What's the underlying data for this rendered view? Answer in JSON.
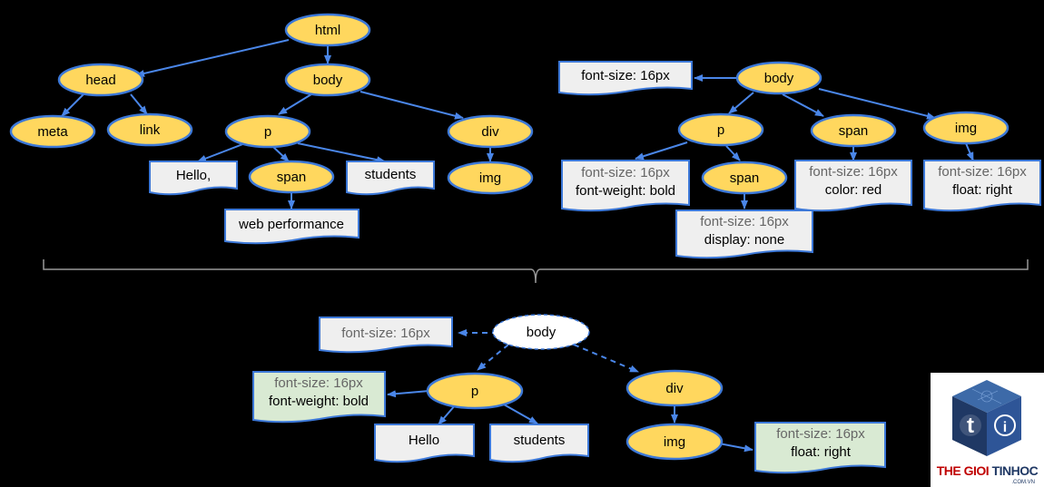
{
  "dom_tree": {
    "nodes": [
      "html",
      "head",
      "body",
      "meta",
      "link",
      "p",
      "div",
      "span",
      "img"
    ],
    "texts": [
      "Hello,",
      "students",
      "web performance"
    ]
  },
  "cssom_tree": {
    "nodes": [
      "body",
      "p",
      "span",
      "img",
      "span"
    ],
    "body_style": "font-size: 16px",
    "p_style": [
      "font-size: 16px",
      "font-weight: bold"
    ],
    "span_style": [
      "font-size: 16px",
      "color: red"
    ],
    "img_style": [
      "font-size: 16px",
      "float: right"
    ],
    "p_span_style": [
      "font-size: 16px",
      "display: none"
    ]
  },
  "render_tree": {
    "nodes": [
      "body",
      "p",
      "div",
      "img"
    ],
    "body_style": "font-size: 16px",
    "p_style": [
      "font-size: 16px",
      "font-weight: bold"
    ],
    "texts": [
      "Hello",
      "students"
    ],
    "img_style": [
      "font-size: 16px",
      "float: right"
    ]
  },
  "logo": {
    "brand_a": "THE GIOI ",
    "brand_b": "TINHOC",
    "domain": ".COM.VN"
  },
  "colors": {
    "node_fill": "#ffd75e",
    "node_stroke": "#3c78d8",
    "edge": "#4a86e8",
    "doc_fill": "#efefef",
    "doc_green": "#d9ead3"
  }
}
